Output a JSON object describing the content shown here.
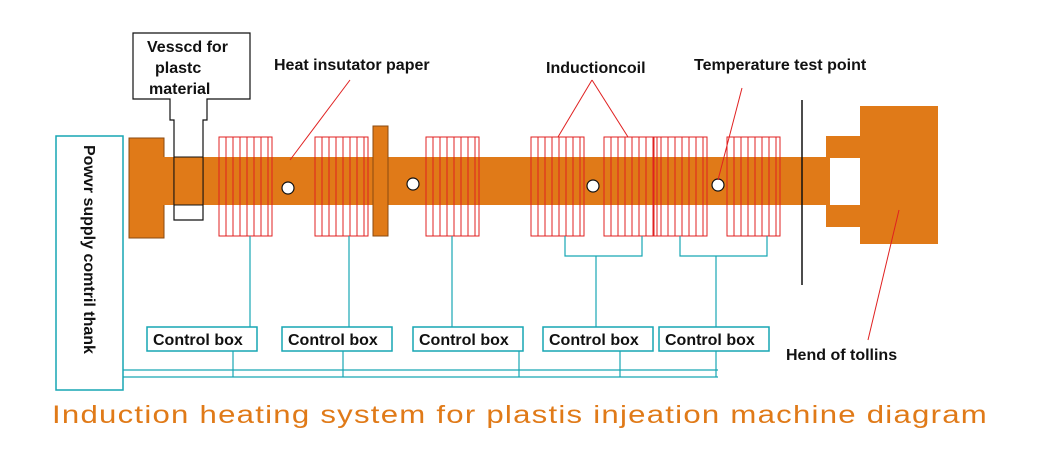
{
  "colors": {
    "barrel": "#E07A18",
    "coil": "#E02020",
    "wire": "#17A6B3",
    "pointer": "#E02020",
    "title": "#E07A18",
    "text": "#111111"
  },
  "labels": {
    "vessel_line1": "Vesscd for",
    "vessel_line2": "plastc",
    "vessel_line3": "material",
    "heat_paper": "Heat insutator paper",
    "induction_coil": "Inductioncoil",
    "temp_point": "Temperature test point",
    "nozzle_end": "Hend of tollins",
    "power_supply": "Powvr supply comtril thank"
  },
  "control_boxes": [
    {
      "label": "Control box"
    },
    {
      "label": "Control box"
    },
    {
      "label": "Control box"
    },
    {
      "label": "Control box"
    },
    {
      "label": "Control box"
    }
  ],
  "title": "Induction heating system for plastis injeation machine diagram"
}
